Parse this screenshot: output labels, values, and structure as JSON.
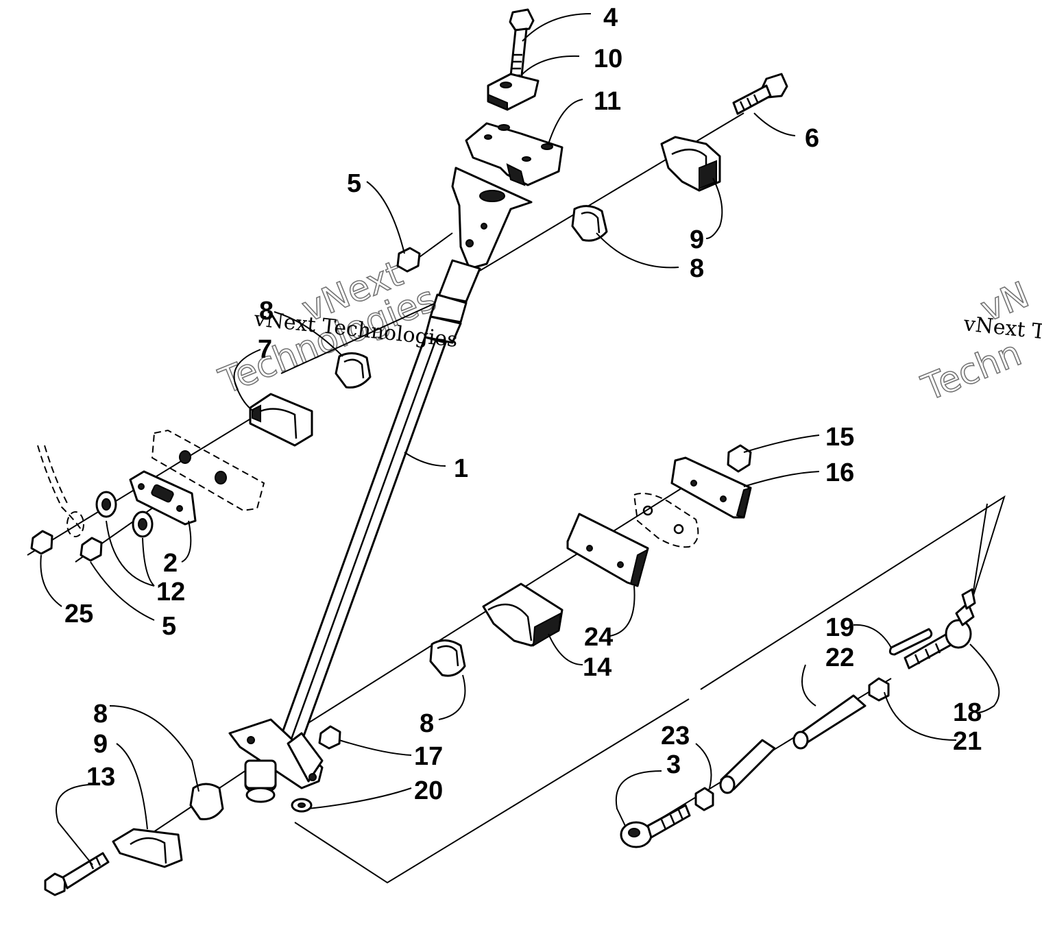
{
  "callouts": {
    "c1": "1",
    "c2": "2",
    "c3": "3",
    "c4": "4",
    "c5a": "5",
    "c5b": "5",
    "c6": "6",
    "c7": "7",
    "c8a": "8",
    "c8b": "8",
    "c8c": "8",
    "c8d": "8",
    "c9a": "9",
    "c9b": "9",
    "c10": "10",
    "c11": "11",
    "c12": "12",
    "c13": "13",
    "c14": "14",
    "c15": "15",
    "c16": "16",
    "c17": "17",
    "c18": "18",
    "c19": "19",
    "c20": "20",
    "c21": "21",
    "c22": "22",
    "c23": "23",
    "c24": "24",
    "c25": "25"
  },
  "watermarks": {
    "left_small": "vNext Technologies",
    "left_big_1": "vNext",
    "left_big_2": "Technologies",
    "right_small": "vNext T",
    "right_big_1": "vN",
    "right_big_2": "Techn"
  }
}
